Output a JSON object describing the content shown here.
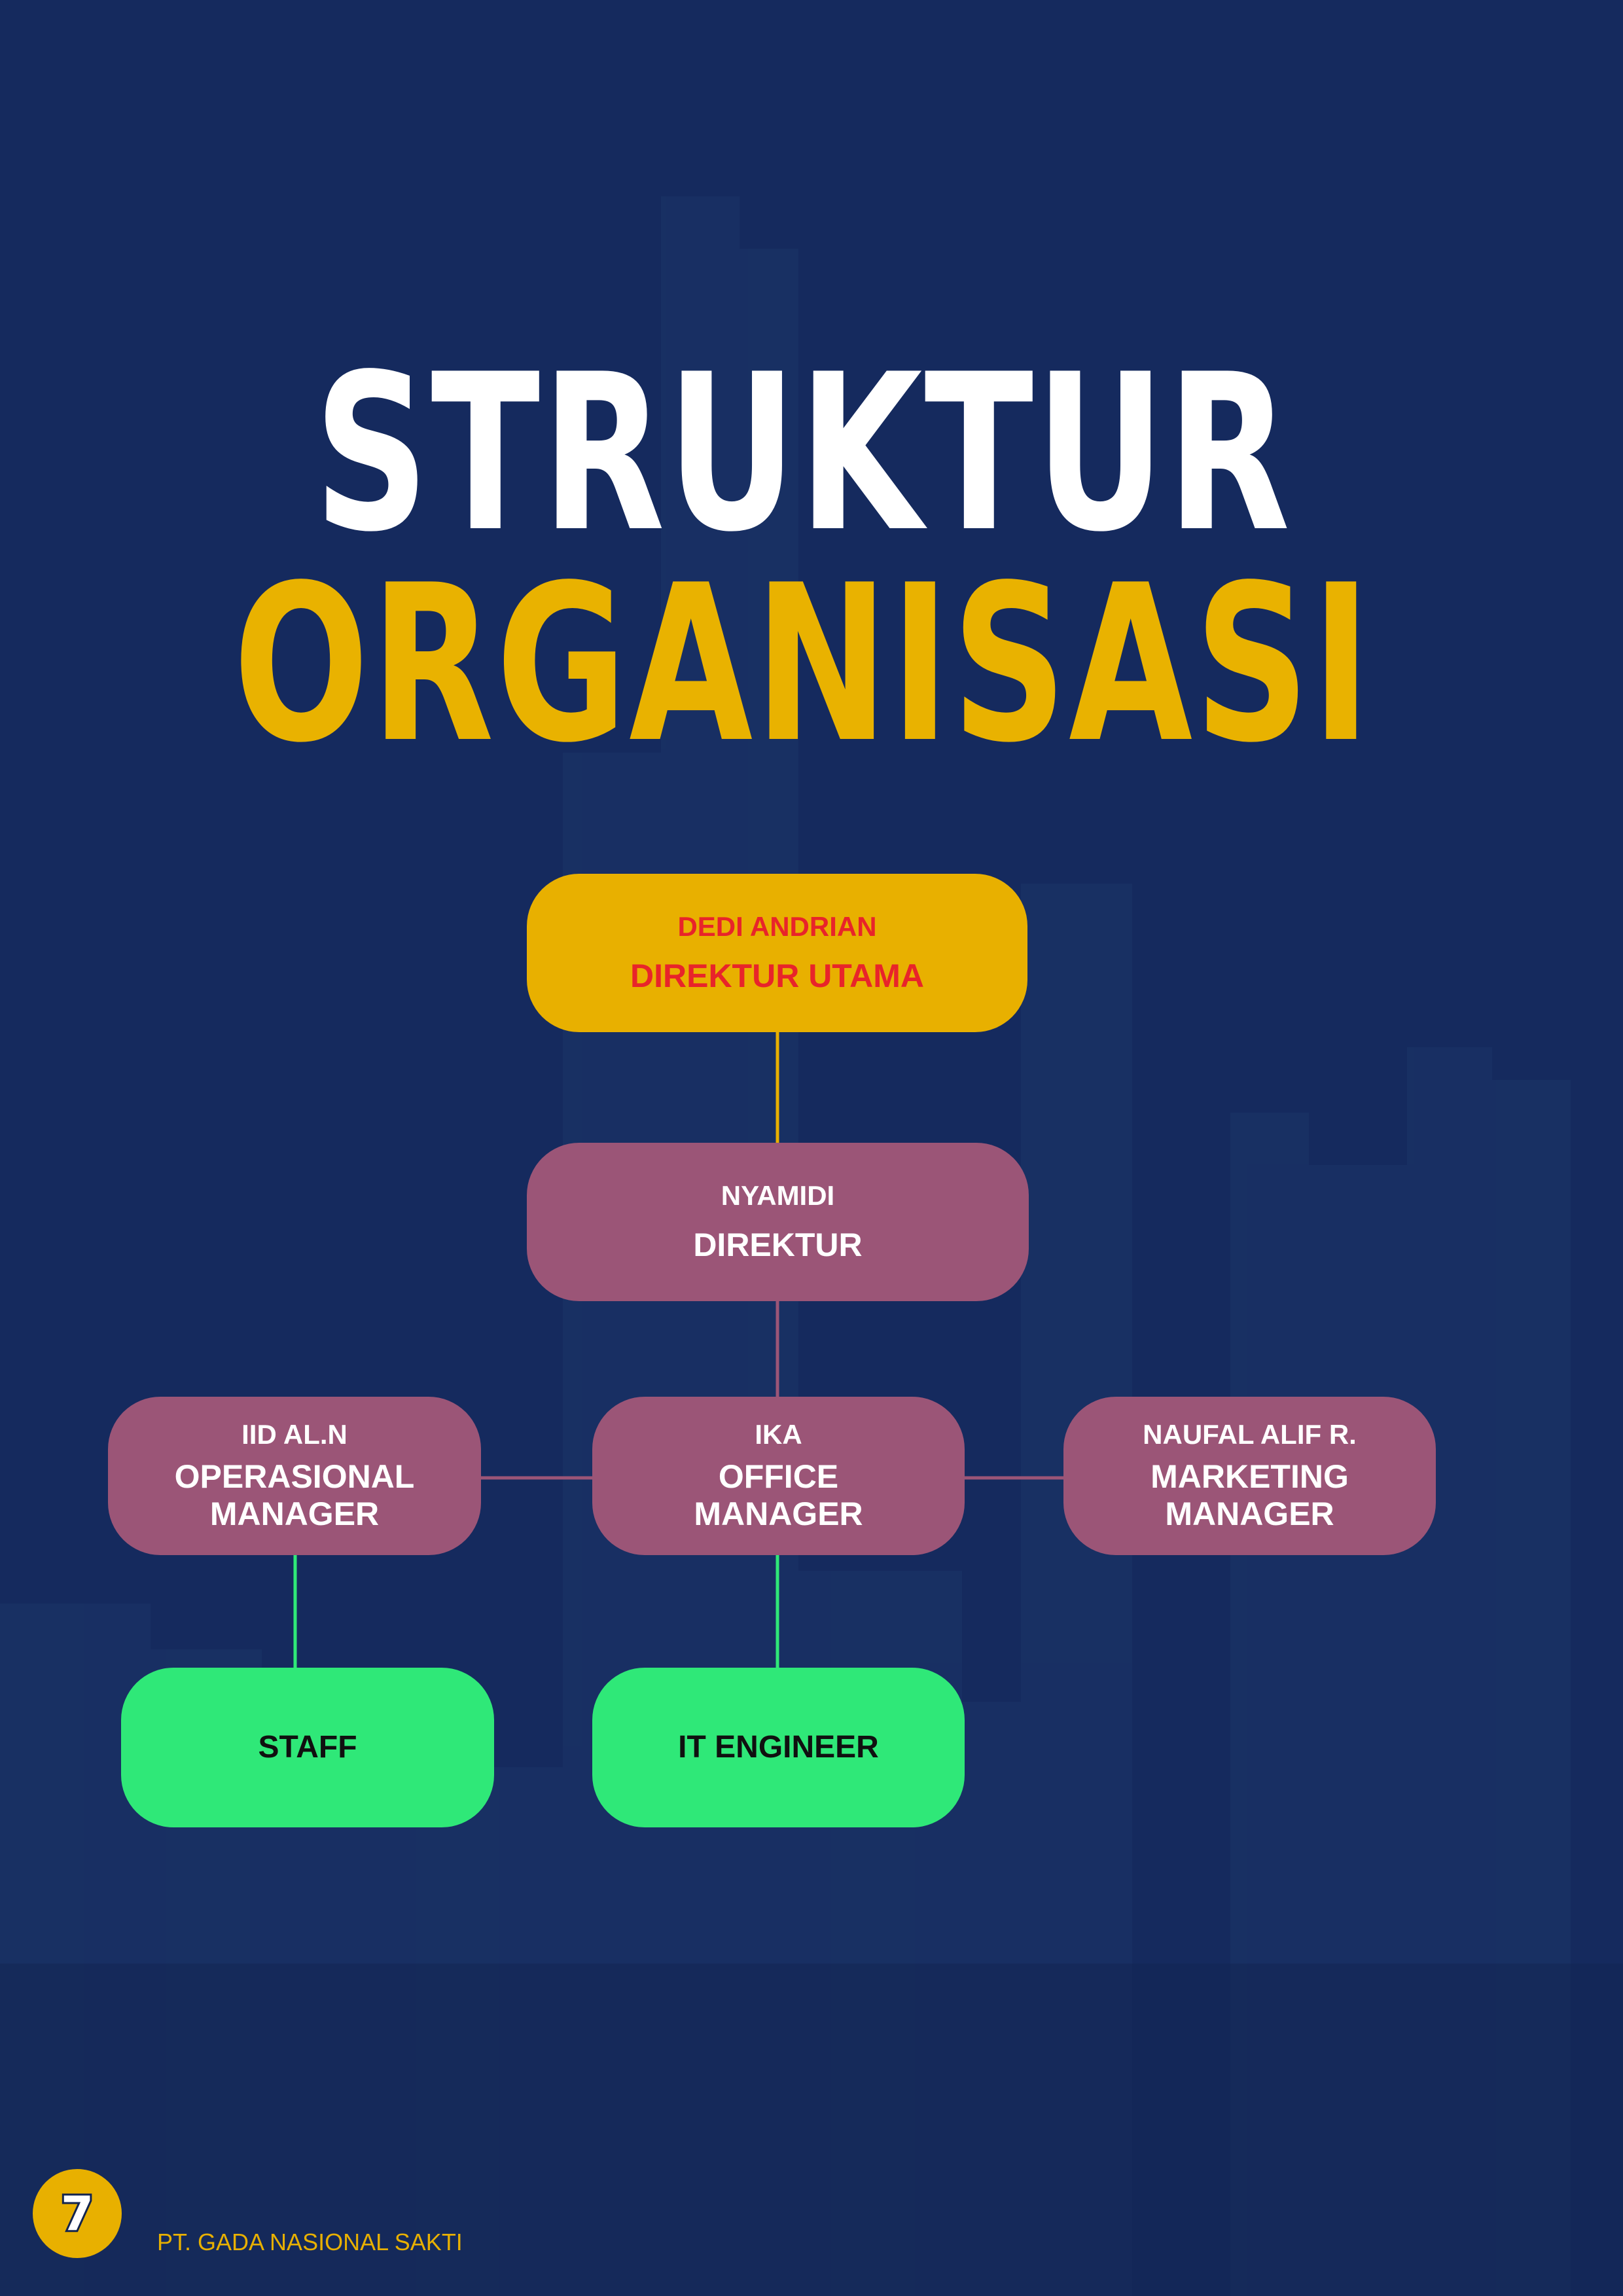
{
  "title": {
    "line1": "STRUKTUR",
    "line2": "ORGANISASI"
  },
  "colors": {
    "background": "#152a5e",
    "title_white": "#ffffff",
    "title_gold": "#e9b200",
    "gold_box": "#e8b000",
    "gold_box_text": "#e8242a",
    "plum_box": "#9b5577",
    "green_box": "#2fe878",
    "connector_gold": "#e8b000",
    "connector_plum": "#9b5577",
    "connector_green": "#2fe878"
  },
  "nodes": {
    "direktur_utama": {
      "name": "DEDI ANDRIAN",
      "role": "DIREKTUR UTAMA"
    },
    "direktur": {
      "name": "NYAMIDI",
      "role": "DIREKTUR"
    },
    "operasional_manager": {
      "name": "IID AL.N",
      "role_line1": "OPERASIONAL",
      "role_line2": "MANAGER"
    },
    "office_manager": {
      "name": "IKA",
      "role_line1": "OFFICE",
      "role_line2": "MANAGER"
    },
    "marketing_manager": {
      "name": "NAUFAL ALIF R.",
      "role_line1": "MARKETING",
      "role_line2": "MANAGER"
    },
    "staff": {
      "role": "STAFF"
    },
    "it_engineer": {
      "role": "IT ENGINEER"
    }
  },
  "footer": {
    "page_number": "7",
    "company": "PT. GADA NASIONAL SAKTI"
  }
}
